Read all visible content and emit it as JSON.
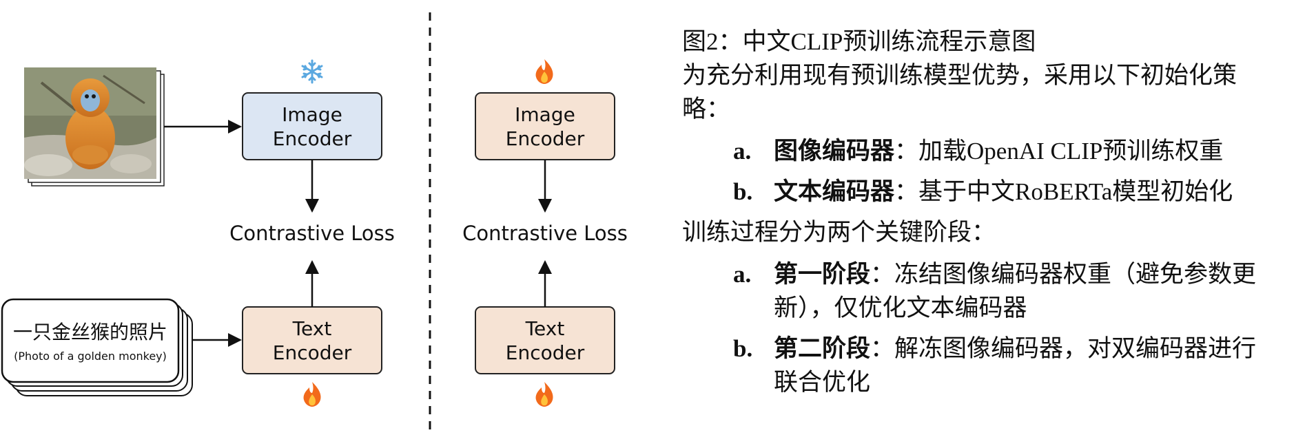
{
  "diagram": {
    "left": {
      "image_encoder": {
        "line1": "Image",
        "line2": "Encoder",
        "status_icon": "snowflake-icon"
      },
      "text_encoder": {
        "line1": "Text",
        "line2": "Encoder",
        "status_icon": "fire-icon"
      },
      "loss_label": "Contrastive Loss",
      "caption_cn": "一只金丝猴的照片",
      "caption_en": "(Photo of a golden monkey)",
      "photo_icon": "golden-monkey-photo"
    },
    "right": {
      "image_encoder": {
        "line1": "Image",
        "line2": "Encoder",
        "status_icon": "fire-icon"
      },
      "text_encoder": {
        "line1": "Text",
        "line2": "Encoder",
        "status_icon": "fire-icon"
      },
      "loss_label": "Contrastive Loss"
    },
    "colors": {
      "frozen_encoder_fill": "#dce6f3",
      "trainable_encoder_fill": "#f6e3d4",
      "box_stroke": "#222222"
    }
  },
  "text": {
    "title": "图2：中文CLIP预训练流程示意图",
    "intro_line1": "为充分利用现有预训练模型优势，采用以下初始化策",
    "intro_line2": "略：",
    "init_items": [
      {
        "marker": "a.",
        "term": "图像编码器",
        "desc": "：加载OpenAI CLIP预训练权重"
      },
      {
        "marker": "b.",
        "term": "文本编码器",
        "desc": "：基于中文RoBERTa模型初始化"
      }
    ],
    "stages_intro": "训练过程分为两个关键阶段：",
    "stage_items": [
      {
        "marker": "a.",
        "term": "第一阶段",
        "desc_line1": "：冻结图像编码器权重（避免参数更",
        "desc_line2": "新），仅优化文本编码器"
      },
      {
        "marker": "b.",
        "term": "第二阶段",
        "desc_line1": "：解冻图像编码器，对双编码器进行",
        "desc_line2": "联合优化"
      }
    ]
  }
}
